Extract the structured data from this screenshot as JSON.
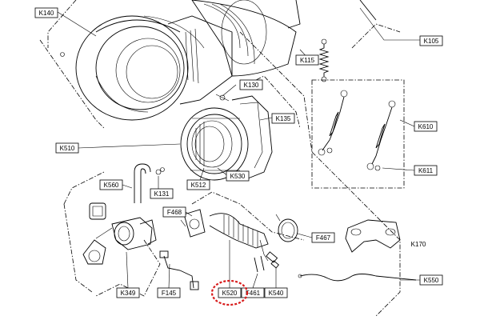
{
  "labels": {
    "k140": "K140",
    "k105": "K105",
    "k115": "K115",
    "k130": "K130",
    "k135": "K135",
    "k610": "K610",
    "k611": "K611",
    "k510": "K510",
    "k530": "K530",
    "k560": "K560",
    "k131": "K131",
    "k512": "K512",
    "f468": "F468",
    "f467": "F467",
    "k170": "K170",
    "k550": "K550",
    "k349": "K349",
    "f145": "F145",
    "k520": "K520",
    "f461": "F461",
    "k540": "K540"
  },
  "highlight": {
    "part": "k520",
    "color": "#d81b1b"
  }
}
